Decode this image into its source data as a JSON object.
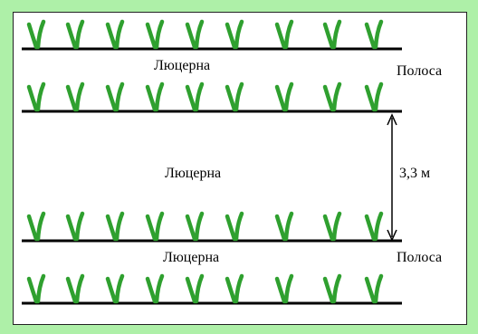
{
  "labels": {
    "crop_top": "Люцерна",
    "strip_top": "Полоса",
    "crop_middle": "Люцерна",
    "distance": "3,3 м",
    "crop_bottom": "Люцерна",
    "strip_bottom": "Полоса"
  },
  "colors": {
    "background": "#aef0a8",
    "panel": "#ffffff",
    "plant": "#2fa02f",
    "line": "#000000"
  },
  "plant_rows": 4,
  "plants_per_row": 9
}
